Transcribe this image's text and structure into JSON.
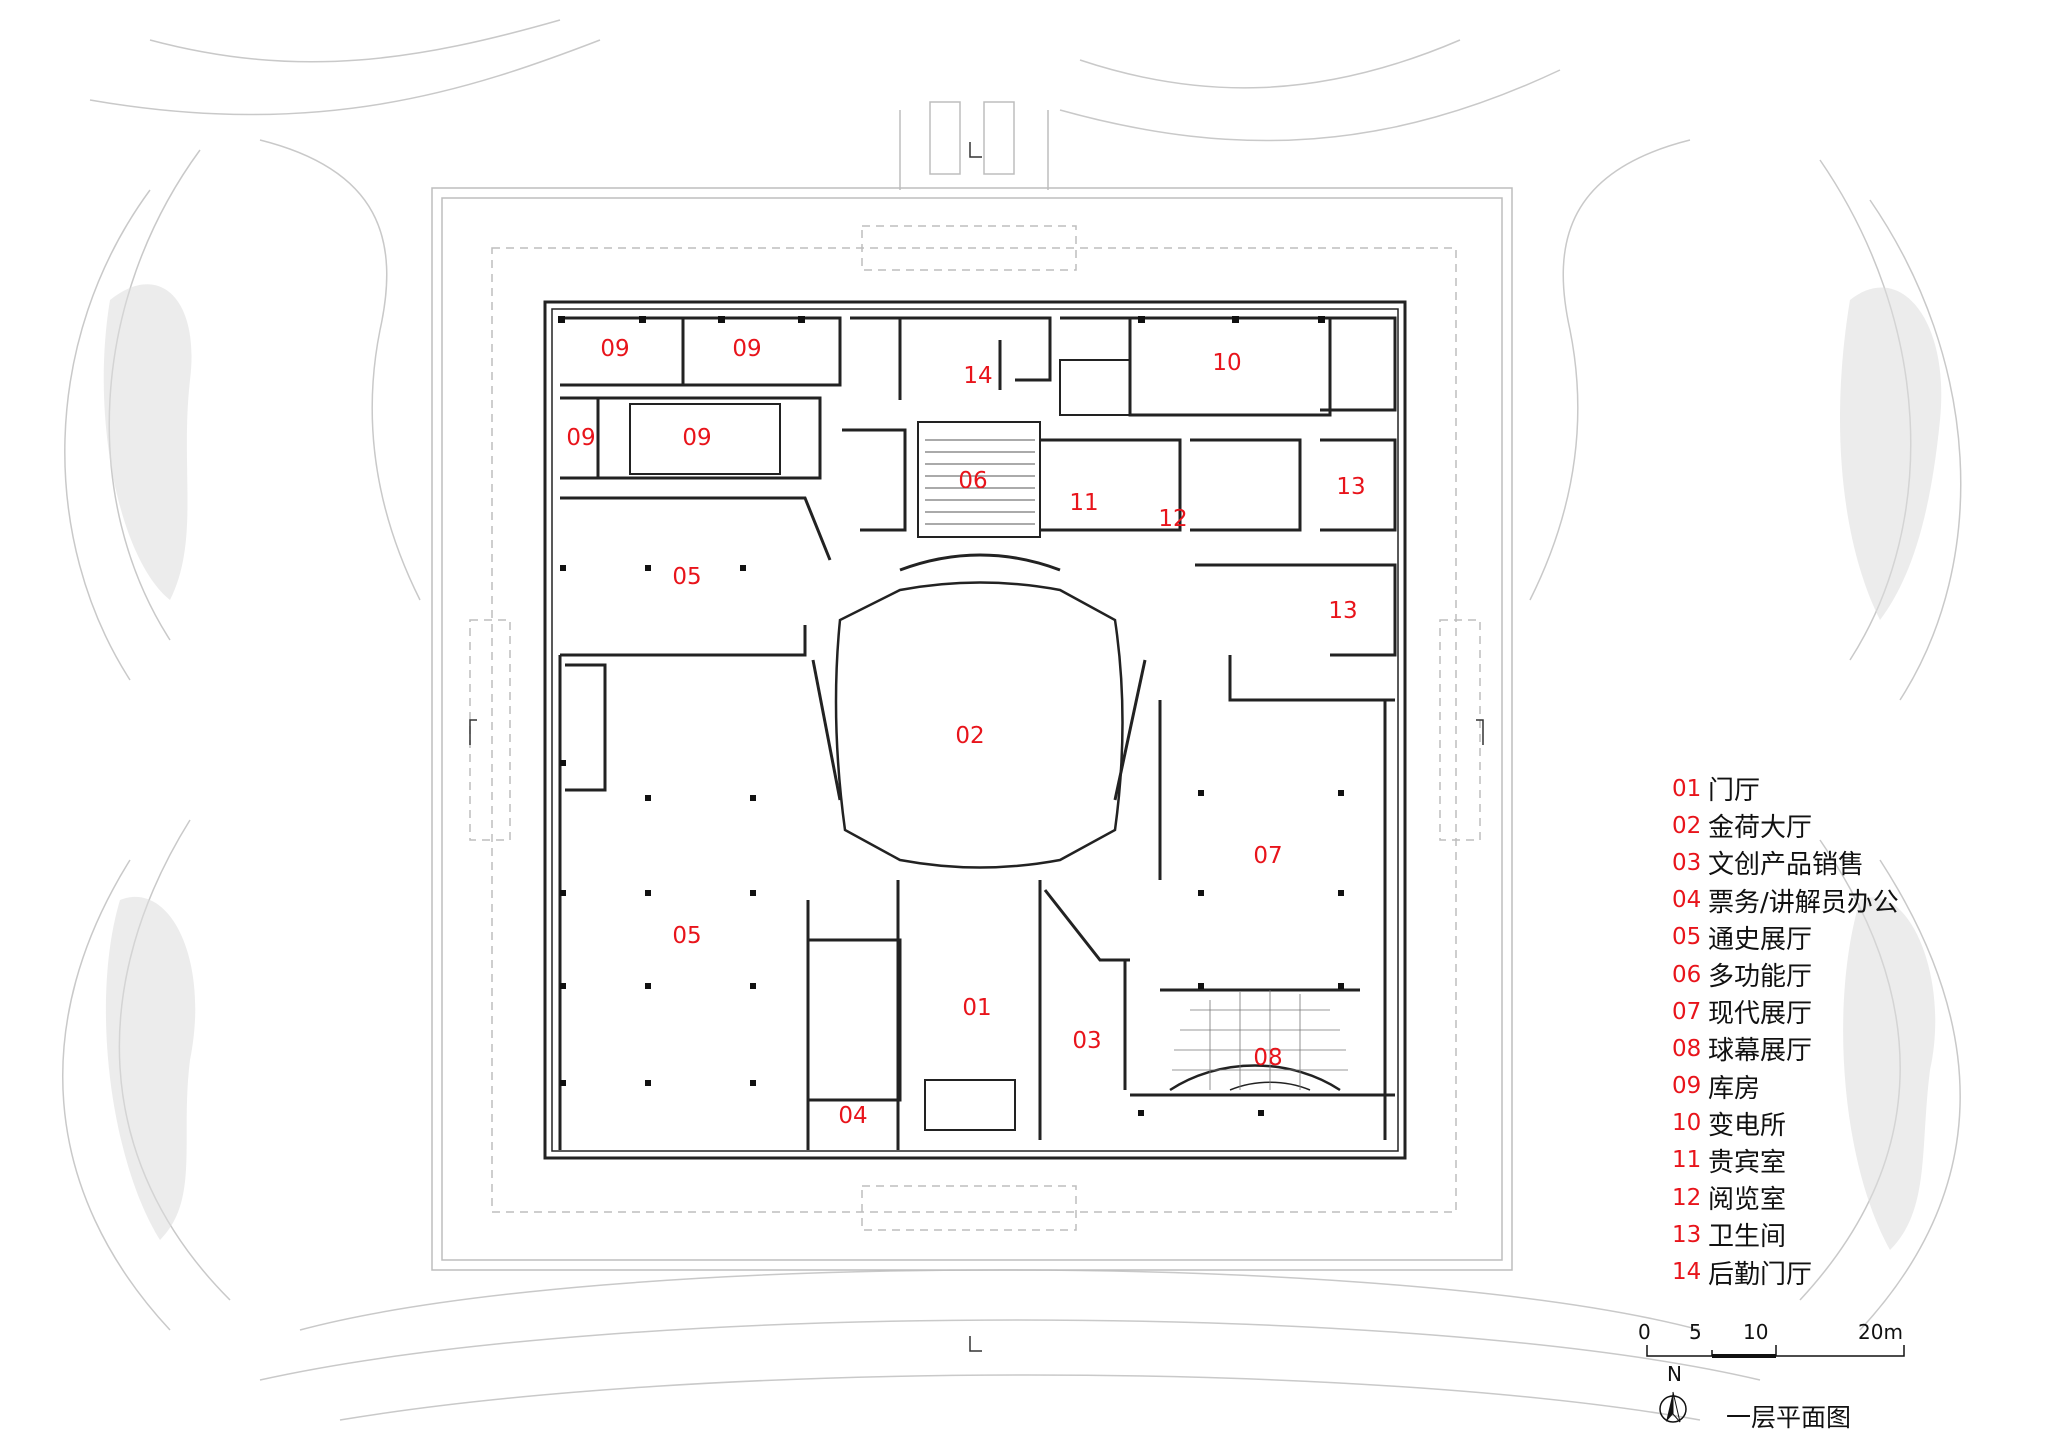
{
  "drawing": {
    "title": "一层平面图",
    "north_label": "N",
    "colors": {
      "label": "#e8141b",
      "wall": "#222222",
      "site": "#c9c9c9"
    }
  },
  "rooms": [
    {
      "id": "09",
      "name": "库房"
    },
    {
      "id": "09",
      "name": "库房"
    },
    {
      "id": "09",
      "name": "库房"
    },
    {
      "id": "09",
      "name": "库房"
    },
    {
      "id": "14",
      "name": "后勤门厅"
    },
    {
      "id": "10",
      "name": "变电所"
    },
    {
      "id": "06",
      "name": "多功能厅"
    },
    {
      "id": "11",
      "name": "贵宾室"
    },
    {
      "id": "12",
      "name": "阅览室"
    },
    {
      "id": "13",
      "name": "卫生间"
    },
    {
      "id": "13",
      "name": "卫生间"
    },
    {
      "id": "05",
      "name": "通史展厅"
    },
    {
      "id": "02",
      "name": "金荷大厅"
    },
    {
      "id": "07",
      "name": "现代展厅"
    },
    {
      "id": "05",
      "name": "通史展厅"
    },
    {
      "id": "01",
      "name": "门厅"
    },
    {
      "id": "03",
      "name": "文创产品销售"
    },
    {
      "id": "08",
      "name": "球幕展厅"
    },
    {
      "id": "04",
      "name": "票务/讲解员办公"
    }
  ],
  "legend": [
    {
      "num": "01",
      "name": "门厅"
    },
    {
      "num": "02",
      "name": "金荷大厅"
    },
    {
      "num": "03",
      "name": "文创产品销售"
    },
    {
      "num": "04",
      "name": "票务/讲解员办公"
    },
    {
      "num": "05",
      "name": "通史展厅"
    },
    {
      "num": "06",
      "name": "多功能厅"
    },
    {
      "num": "07",
      "name": "现代展厅"
    },
    {
      "num": "08",
      "name": "球幕展厅"
    },
    {
      "num": "09",
      "name": "库房"
    },
    {
      "num": "10",
      "name": "变电所"
    },
    {
      "num": "11",
      "name": "贵宾室"
    },
    {
      "num": "12",
      "name": "阅览室"
    },
    {
      "num": "13",
      "name": "卫生间"
    },
    {
      "num": "14",
      "name": "后勤门厅"
    }
  ],
  "scale_bar": {
    "ticks": [
      "0",
      "5",
      "10",
      "20m"
    ]
  }
}
